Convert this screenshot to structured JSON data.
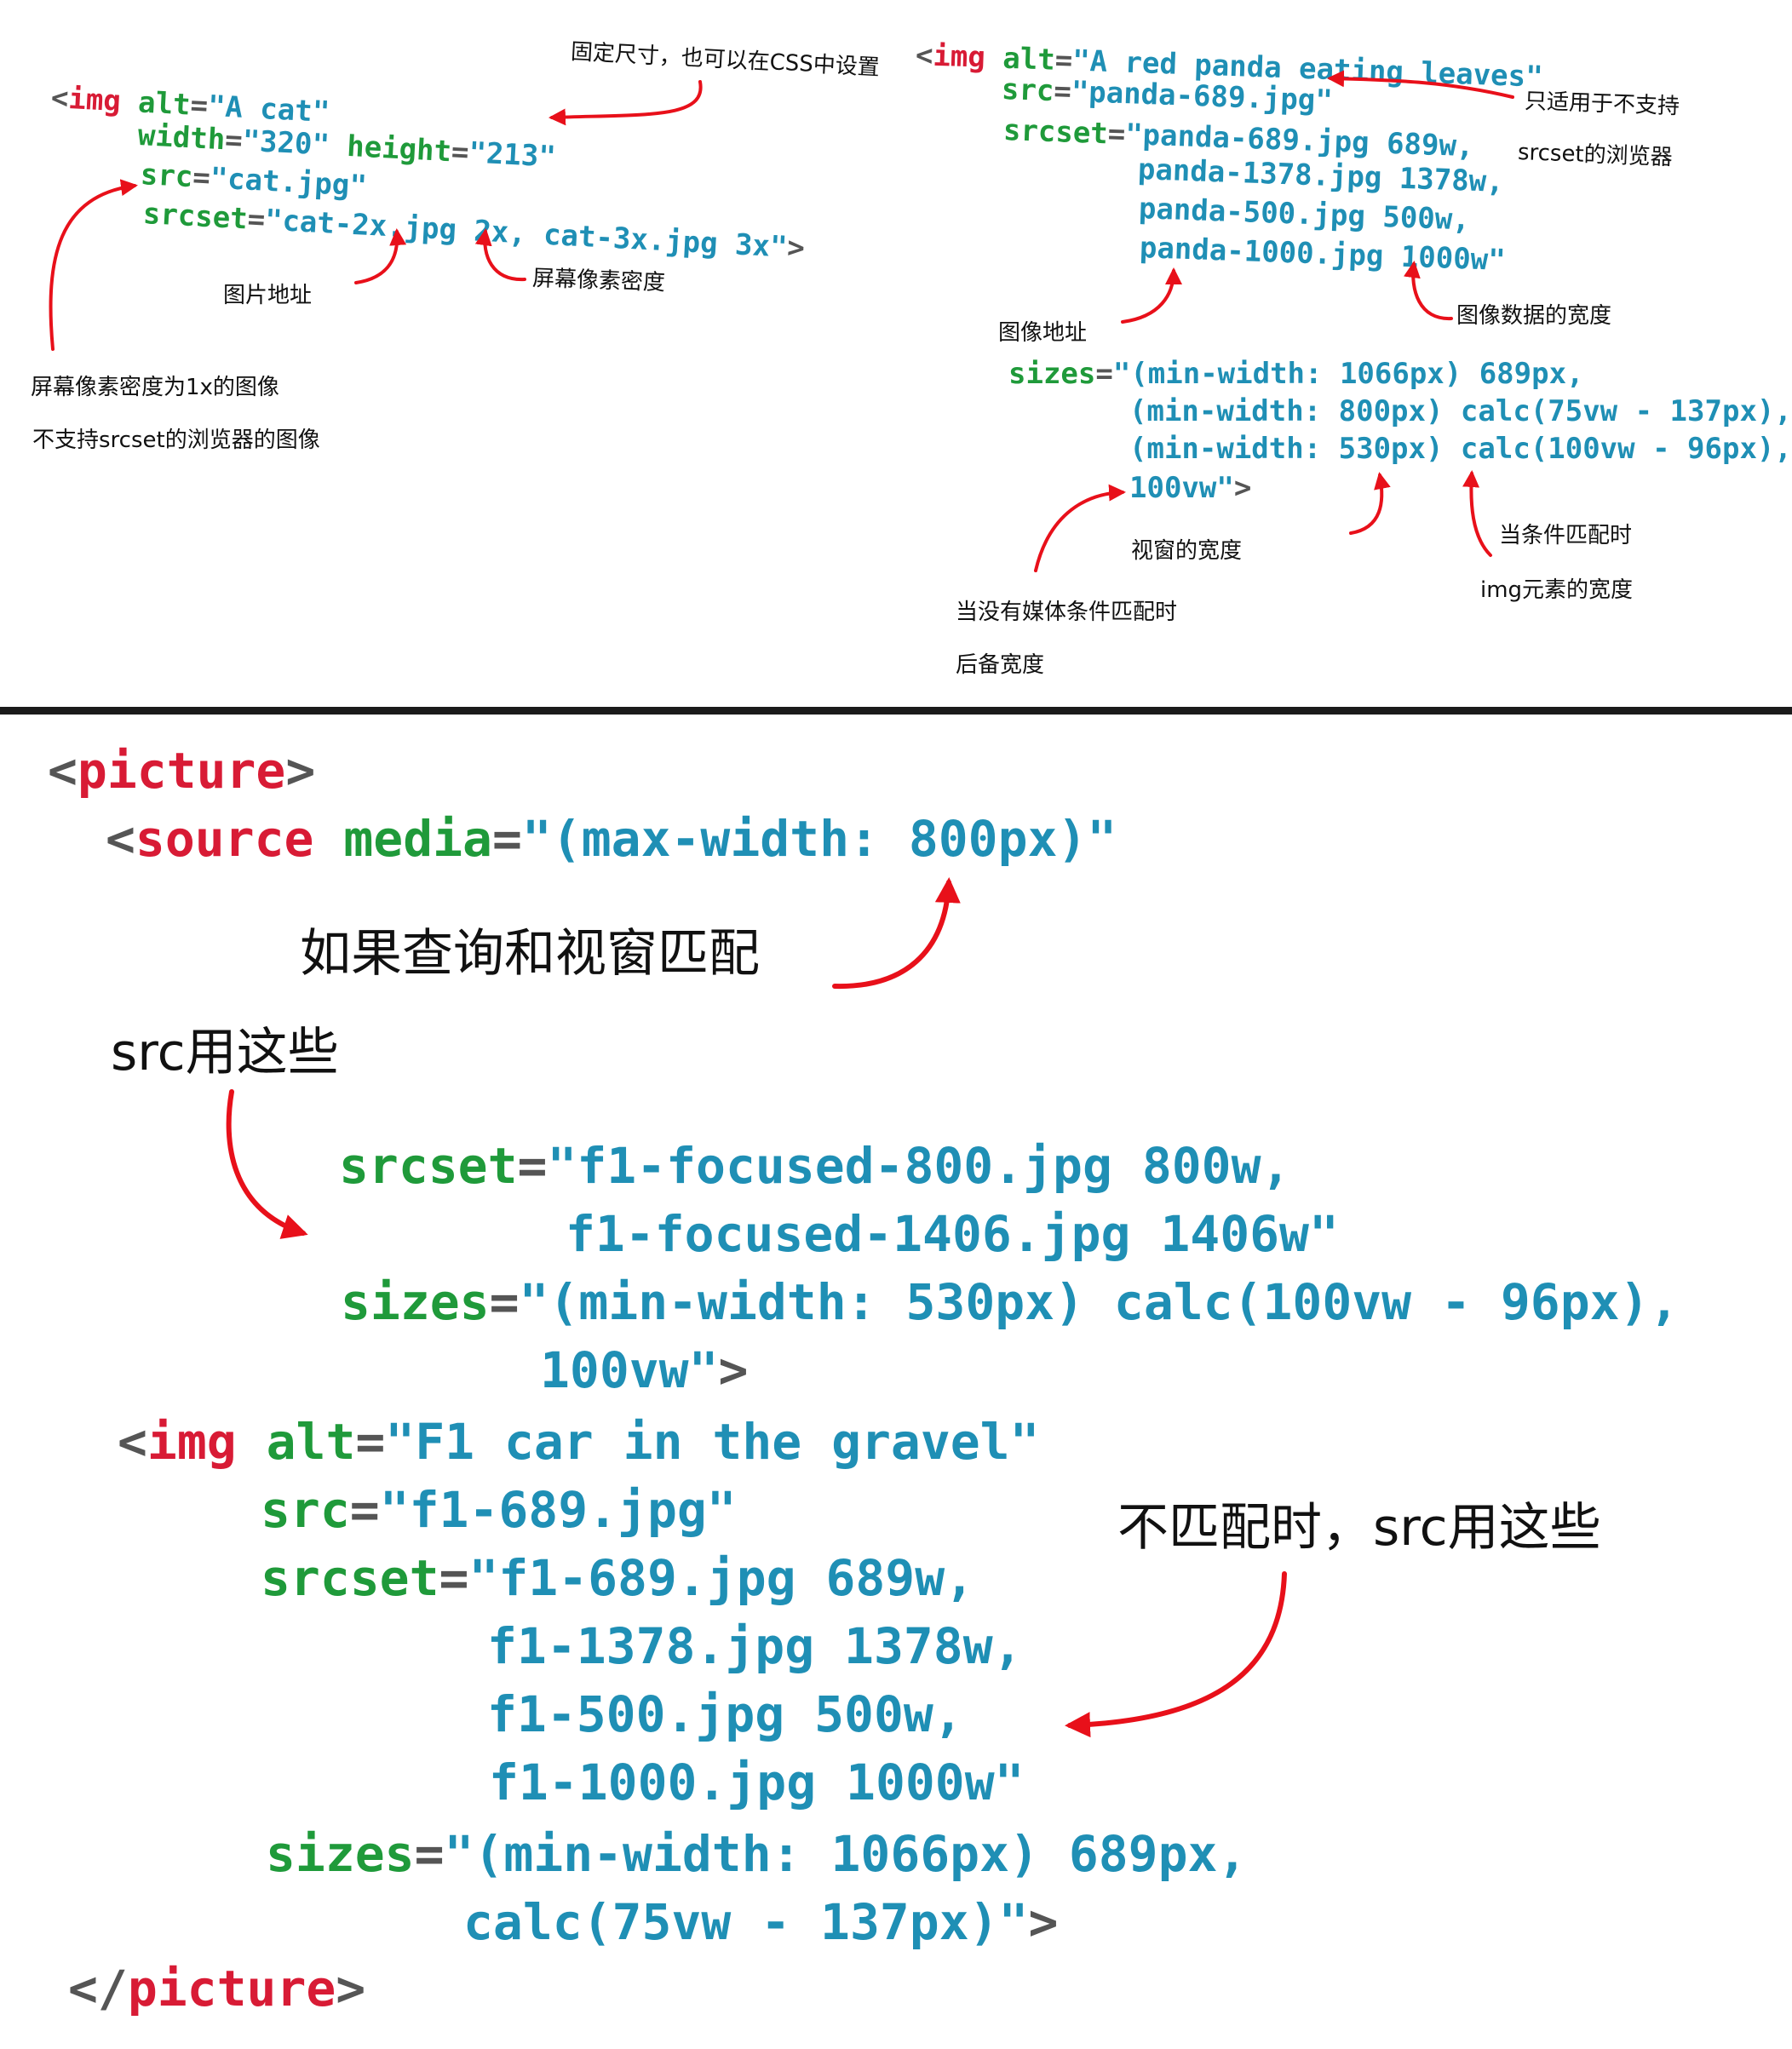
{
  "colors": {
    "tag": "#d81b35",
    "attr": "#1f9a3a",
    "value": "#1f8fb5",
    "punct": "#555555",
    "arrow": "#e8101a",
    "divider": "#1a1a1a"
  },
  "left": {
    "l1": {
      "pre": "<",
      "tag": "img",
      "attr": "alt",
      "eq": "=",
      "val": "\"A cat\""
    },
    "l2": {
      "a1": "width",
      "v1": "\"320\"",
      "a2": "height",
      "v2": "\"213\""
    },
    "l3": {
      "attr": "src",
      "val": "\"cat.jpg\""
    },
    "l4": {
      "attr": "srcset",
      "val": "\"cat-2x.jpg 2x, cat-3x.jpg 3x\"",
      "close": ">"
    },
    "notes": {
      "fixed": "固定尺寸，也可以在CSS中设置",
      "src": "图片地址",
      "density": "屏幕像素密度",
      "fallback1": "屏幕像素密度为1x的图像",
      "fallback2": "不支持srcset的浏览器的图像"
    }
  },
  "right": {
    "l1": {
      "tag": "img",
      "attr": "alt",
      "val": "\"A red panda eating leaves\""
    },
    "l2": {
      "attr": "src",
      "val": "\"panda-689.jpg\""
    },
    "l3": {
      "attr": "srcset",
      "val": "\"panda-689.jpg 689w,"
    },
    "l4": "panda-1378.jpg 1378w,",
    "l5": "panda-500.jpg 500w,",
    "l6": "panda-1000.jpg 1000w\"",
    "l7": {
      "attr": "sizes",
      "val": "\"(min-width: 1066px) 689px,"
    },
    "l8": "(min-width: 800px) calc(75vw - 137px),",
    "l9": "(min-width: 530px) calc(100vw - 96px),",
    "l10": {
      "val": "100vw\"",
      "close": ">"
    },
    "notes": {
      "only1": "只适用于不支持",
      "only2": "srcset的浏览器",
      "addr": "图像地址",
      "datawidth": "图像数据的宽度",
      "viewport": "视窗的宽度",
      "match1": "当条件匹配时",
      "match2": "img元素的宽度",
      "nomedia1": "当没有媒体条件匹配时",
      "nomedia2": "后备宽度"
    }
  },
  "bottom": {
    "b1": {
      "pre": "<",
      "tag": "picture",
      "close": ">"
    },
    "b2": {
      "pre": "<",
      "tag": "source",
      "attr": "media",
      "val": "\"(max-width: 800px)\""
    },
    "b3": {
      "attr": "srcset",
      "val": "\"f1-focused-800.jpg 800w,"
    },
    "b4": "f1-focused-1406.jpg 1406w\"",
    "b5": {
      "attr": "sizes",
      "val": "\"(min-width: 530px) calc(100vw - 96px),"
    },
    "b6": {
      "val": "100vw\"",
      "close": ">"
    },
    "b7": {
      "pre": "<",
      "tag": "img",
      "attr": "alt",
      "val": "\"F1 car in the gravel\""
    },
    "b8": {
      "attr": "src",
      "val": "\"f1-689.jpg\""
    },
    "b9": {
      "attr": "srcset",
      "val": "\"f1-689.jpg 689w,"
    },
    "b10": "f1-1378.jpg 1378w,",
    "b11": "f1-500.jpg 500w,",
    "b12": "f1-1000.jpg 1000w\"",
    "b13": {
      "attr": "sizes",
      "val": "\"(min-width: 1066px) 689px,"
    },
    "b14": {
      "val": "calc(75vw - 137px)\"",
      "close": ">"
    },
    "b15": {
      "pre": "</",
      "tag": "picture",
      "close": ">"
    },
    "notes": {
      "match": "如果查询和视窗匹配",
      "use": "src用这些",
      "nomatch": "不匹配时，src用这些"
    }
  }
}
